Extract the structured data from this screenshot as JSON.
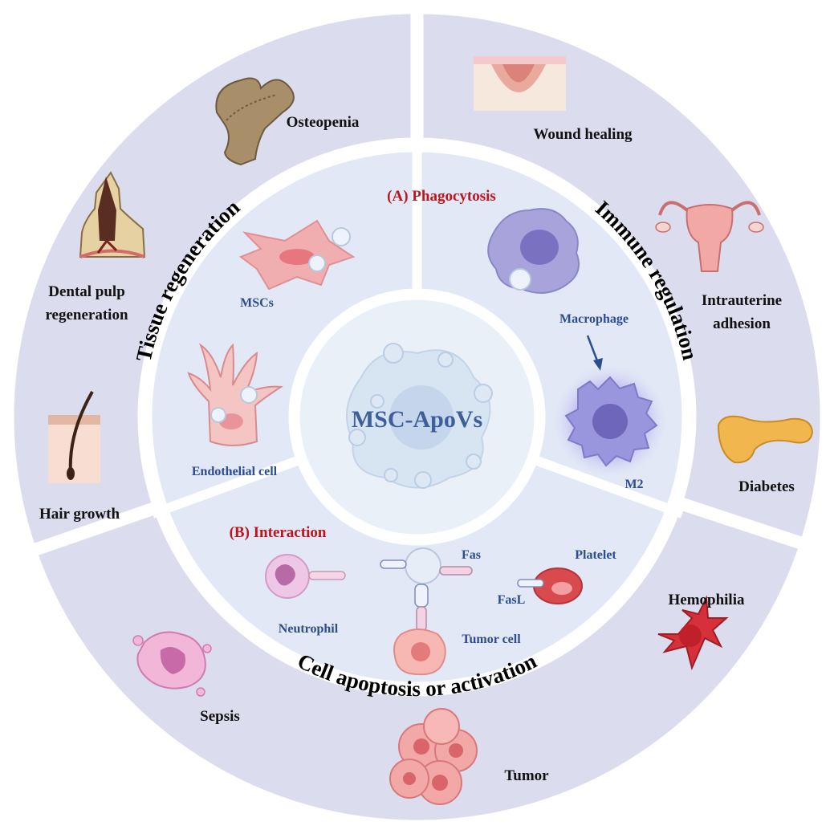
{
  "center": {
    "label": "MSC-ApoVs"
  },
  "sections": {
    "tissue_regeneration": "Tissue regeneration",
    "immune_regulation": "Immune regulation",
    "cell_apoptosis": "Cell apoptosis or activation"
  },
  "inner": {
    "phagocytosis_title": "(A) Phagocytosis",
    "interaction_title": "(B) Interaction",
    "mscs": "MSCs",
    "endothelial": "Endothelial cell",
    "macrophage": "Macrophage",
    "m2": "M2",
    "neutrophil": "Neutrophil",
    "fas": "Fas",
    "fasl": "FasL",
    "platelet": "Platelet",
    "tumor_cell": "Tumor cell"
  },
  "outer": {
    "osteopenia": "Osteopenia",
    "dental_line1": "Dental pulp",
    "dental_line2": "regeneration",
    "hair_growth": "Hair growth",
    "wound_healing": "Wound healing",
    "intrauterine_line1": "Intrauterine",
    "intrauterine_line2": "adhesion",
    "diabetes": "Diabetes",
    "hemophilia": "Hemophilia",
    "sepsis": "Sepsis",
    "tumor": "Tumor"
  },
  "colors": {
    "outer_ring": "#dcdcef",
    "inner_disc": "#e2e8f6",
    "center_disc": "#eaf0f8",
    "cell_text": "#2b4d8f",
    "red_title": "#c0141c"
  }
}
